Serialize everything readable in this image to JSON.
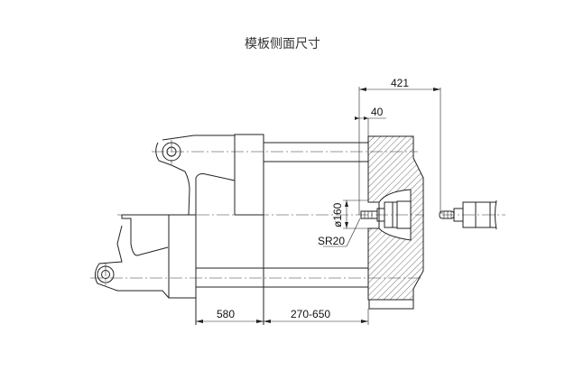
{
  "title": "模板侧面尺寸",
  "dimensions": {
    "nozzle_distance": "421",
    "offset": "40",
    "locating_ring": "ø160",
    "nozzle_radius": "SR20",
    "platen_stroke": "580",
    "mold_height": "270-650"
  }
}
